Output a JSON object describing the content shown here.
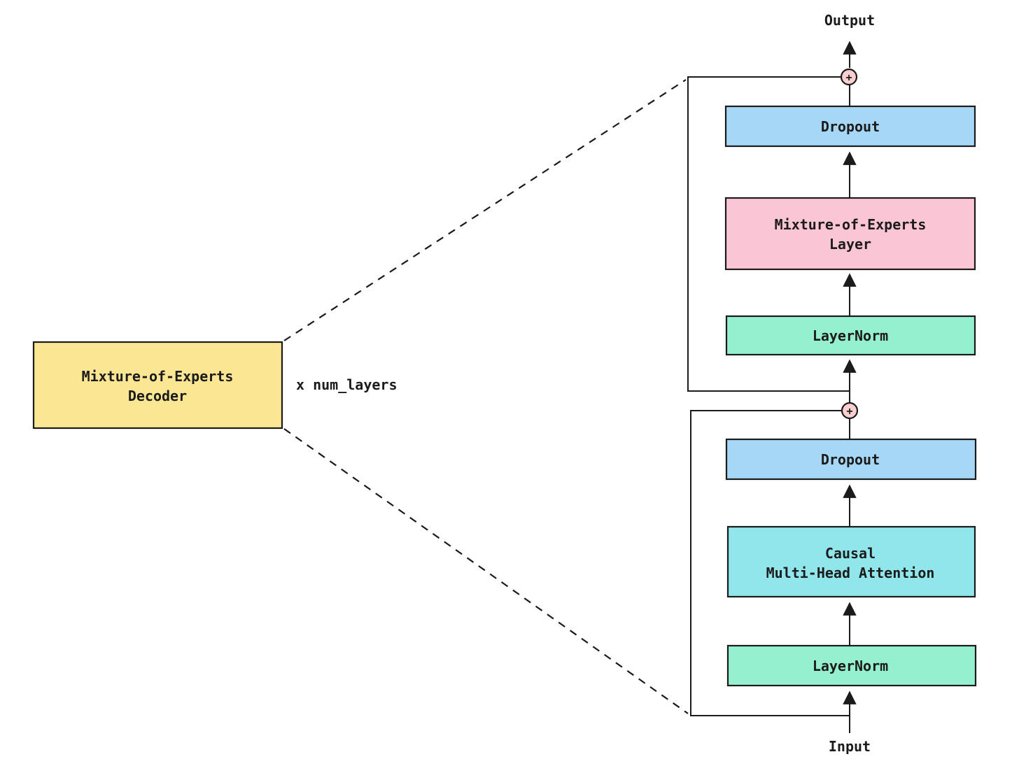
{
  "diagram": {
    "background": "#ffffff",
    "line_color": "#1b1b1b",
    "output_label": "Output",
    "input_label": "Input",
    "repeat_label": "x num_layers",
    "plus_symbol": "+",
    "decoder": {
      "line1": "Mixture-of-Experts",
      "line2": "Decoder",
      "fill": "#fae693"
    },
    "blocks": {
      "dropout_top": {
        "label": "Dropout",
        "fill": "#a7d7f6"
      },
      "moe_layer": {
        "line1": "Mixture-of-Experts",
        "line2": "Layer",
        "fill": "#fac6d6"
      },
      "layernorm_top": {
        "label": "LayerNorm",
        "fill": "#95f0cf"
      },
      "dropout_bottom": {
        "label": "Dropout",
        "fill": "#a7d7f6"
      },
      "attention": {
        "line1": "Causal",
        "line2": "Multi-Head Attention",
        "fill": "#91e6ec"
      },
      "layernorm_bottom": {
        "label": "LayerNorm",
        "fill": "#95f0cf"
      }
    },
    "residual_add": {
      "fill": "#fbcfcf"
    }
  }
}
